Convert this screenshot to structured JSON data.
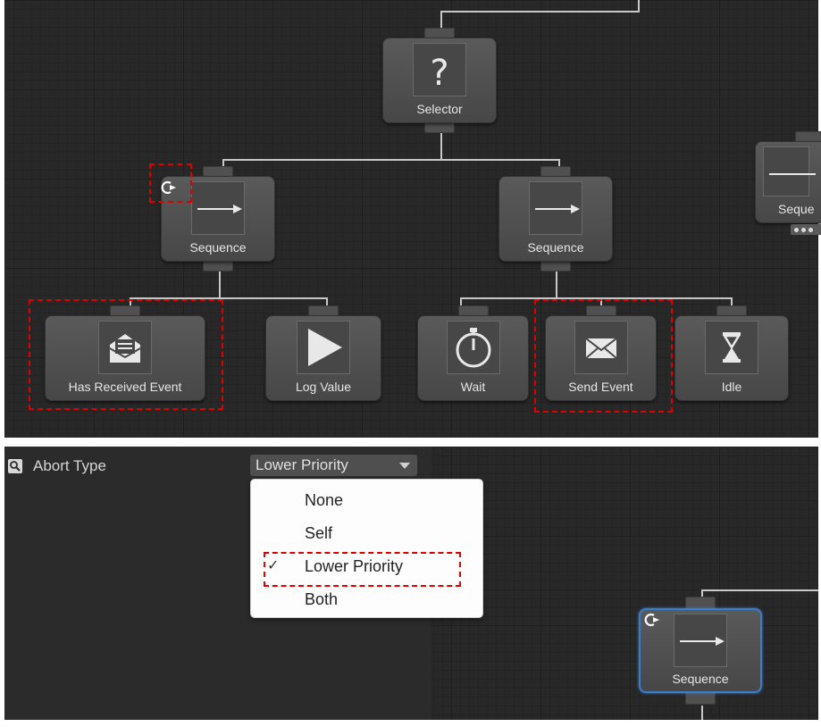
{
  "top_graph": {
    "nodes": {
      "selector": {
        "label": "Selector",
        "icon": "question-icon"
      },
      "left_sequence": {
        "label": "Sequence",
        "icon": "arrow-right-icon"
      },
      "right_sequence": {
        "label": "Sequence",
        "icon": "arrow-right-icon"
      },
      "partial_sequence": {
        "label": "Seque",
        "icon": "arrow-right-icon"
      },
      "has_received_event": {
        "label": "Has Received Event",
        "icon": "open-envelope-icon"
      },
      "log_value": {
        "label": "Log Value",
        "icon": "play-icon"
      },
      "wait": {
        "label": "Wait",
        "icon": "stopwatch-icon"
      },
      "send_event": {
        "label": "Send Event",
        "icon": "envelope-icon"
      },
      "idle": {
        "label": "Idle",
        "icon": "hourglass-icon"
      }
    }
  },
  "inspector": {
    "field_label": "Abort Type",
    "field_icon": "magnifier-icon",
    "dropdown_value": "Lower Priority",
    "options": [
      {
        "label": "None",
        "checked": false
      },
      {
        "label": "Self",
        "checked": false
      },
      {
        "label": "Lower Priority",
        "checked": true
      },
      {
        "label": "Both",
        "checked": false
      }
    ],
    "check_mark": "✓"
  },
  "bottom_graph": {
    "selected_node": {
      "label": "Sequence",
      "icon": "arrow-right-icon"
    }
  },
  "colors": {
    "highlight": "#e00000",
    "selection": "#3d7cc9",
    "graph_bg": "#282828"
  }
}
